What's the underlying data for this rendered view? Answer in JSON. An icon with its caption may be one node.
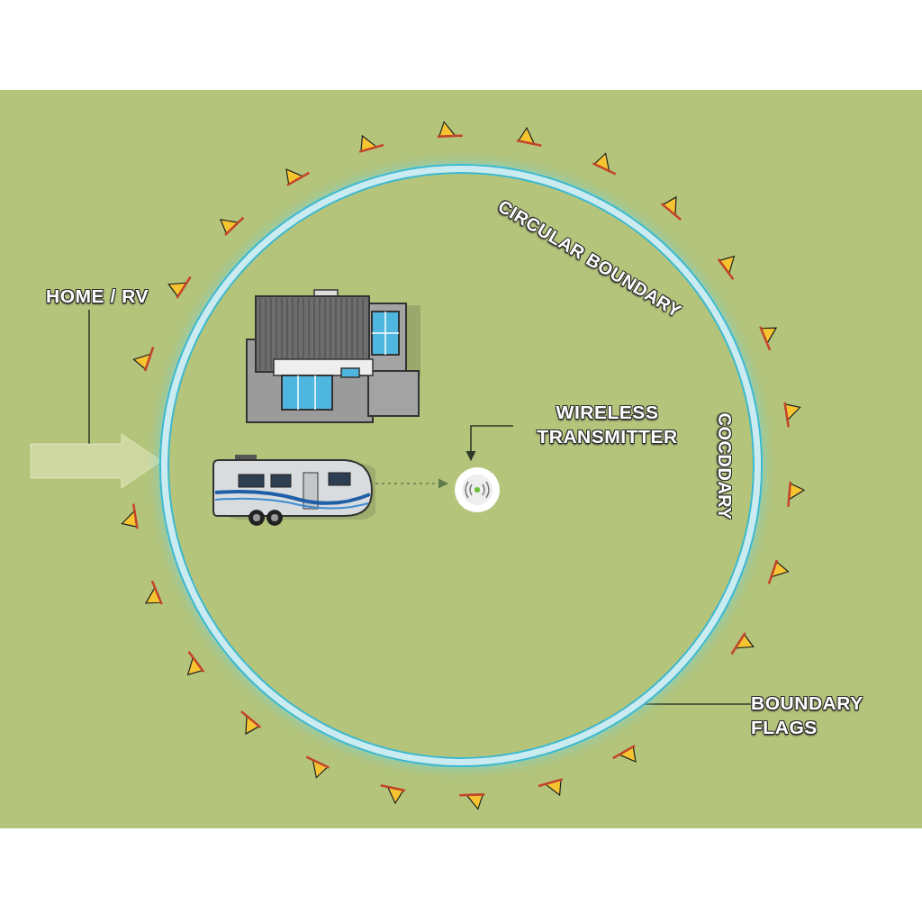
{
  "diagram": {
    "nodes": [
      {
        "text": [
          "HOME / RV"
        ]
      },
      {
        "text": [],
        "shape": "circle"
      },
      {
        "text": [],
        "shape": "picture",
        "in": 1
      },
      {
        "text": [],
        "shape": "picture",
        "in": 1
      },
      {
        "text": [],
        "shape": "picture",
        "in": 1
      },
      {
        "text": [
          "WIRELESS TRANSMITTER"
        ],
        "in": 1
      },
      {
        "text": [
          "BOUNDARY FLAGS"
        ]
      }
    ],
    "edges": [
      {
        "from": 0,
        "to": null,
        "arrow": "none"
      },
      {
        "from": null,
        "to": 1,
        "arrow": "to",
        "style": "thick",
        "color": "#e4eac0"
      },
      {
        "from": 3,
        "to": 4,
        "arrow": "to",
        "style": "dashed",
        "color": "#5f7d4c"
      },
      {
        "from": 5,
        "to": 4,
        "arrow": "to"
      },
      {
        "from": 6,
        "to": 1,
        "arrow": "none"
      }
    ],
    "labels": [
      "CIRCULAR BOUNDARY",
      "COCDDARY"
    ]
  }
}
